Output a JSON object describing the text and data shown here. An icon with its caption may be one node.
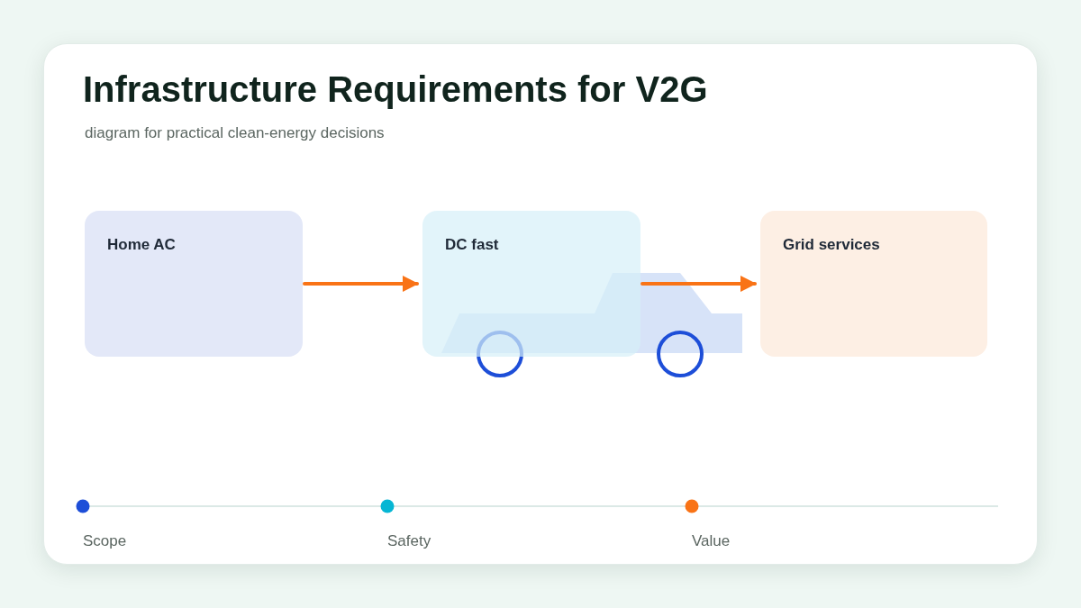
{
  "diagram": {
    "title": "Infrastructure Requirements for V2G",
    "caption": "diagram for practical clean-energy decisions",
    "nodes": [
      {
        "text": [
          "Home AC"
        ]
      },
      {
        "text": [
          "DC fast"
        ]
      },
      {
        "text": [
          "Grid services"
        ]
      }
    ],
    "edges": [
      {
        "from": 0,
        "to": 1,
        "arrow": "to"
      },
      {
        "from": 1,
        "to": 2,
        "arrow": "to"
      }
    ],
    "labels": [
      "Scope",
      "Safety",
      "Value"
    ]
  }
}
